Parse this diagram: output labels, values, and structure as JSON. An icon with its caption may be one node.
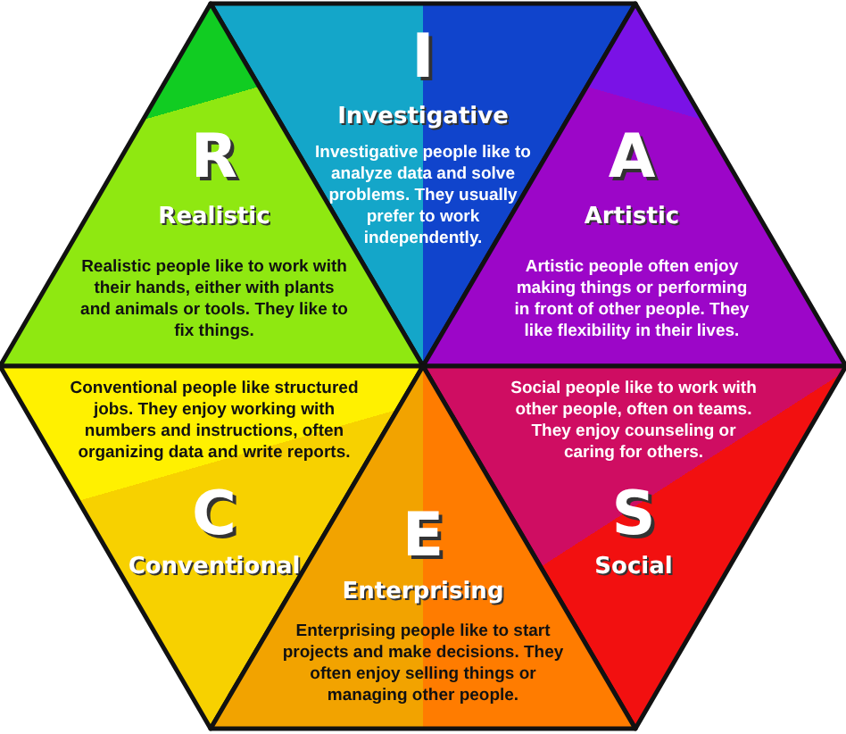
{
  "diagram": {
    "nodes": [
      {
        "text": [
          "I",
          "Investigative",
          "Investigative people like to analyze data and solve problems. They usually prefer to work independently."
        ]
      },
      {
        "text": [
          "R",
          "Realistic",
          "Realistic people like to work with their hands, either with plants and animals or tools. They like to fix things."
        ]
      },
      {
        "text": [
          "A",
          "Artistic",
          "Artistic people often enjoy making things or performing in front of other people. They like flexibility in their lives."
        ]
      },
      {
        "text": [
          "Conventional people like structured jobs. They enjoy working with numbers and instructions, often organizing data and write reports.",
          "C",
          "Conventional"
        ]
      },
      {
        "text": [
          "Social people like to work with other people, often on teams. They enjoy counseling or caring for others.",
          "S",
          "Social"
        ]
      },
      {
        "text": [
          "E",
          "Enterprising",
          "Enterprising people like to start projects and make decisions. They often enjoy selling things or managing other people."
        ]
      }
    ]
  }
}
